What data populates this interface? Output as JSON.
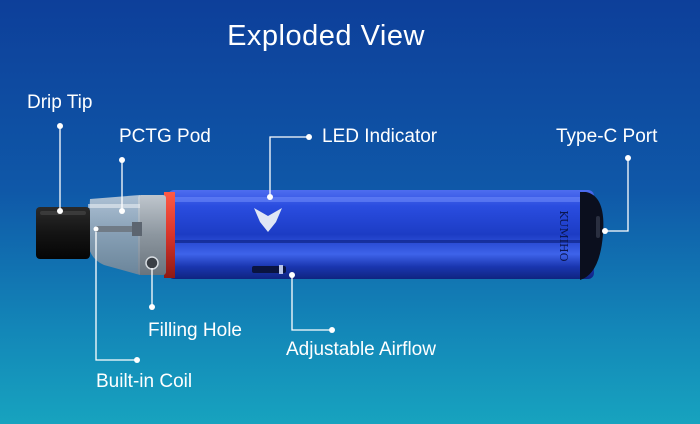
{
  "title": "Exploded View",
  "labels": {
    "drip_tip": "Drip Tip",
    "pctg_pod": "PCTG Pod",
    "led_indicator": "LED Indicator",
    "type_c_port": "Type-C Port",
    "filling_hole": "Filling Hole",
    "adjustable_airflow": "Adjustable Airflow",
    "built_in_coil": "Built-in Coil"
  },
  "device_brand_text": "KUMIHO",
  "colors": {
    "background_top": "#0d3f9a",
    "background_bottom": "#17a3bf",
    "body_blue": "#1f3fc8",
    "accent_red": "#d8342a",
    "drip_tip": "#141414",
    "label_text": "#ffffff",
    "leader_line": "#ffffff"
  }
}
